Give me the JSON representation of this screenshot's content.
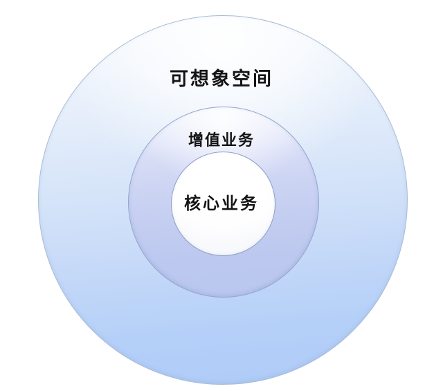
{
  "diagram": {
    "type": "concentric-circles",
    "title": "",
    "background_color": "#ffffff",
    "rings": [
      {
        "id": "outer",
        "label": "可想象空间",
        "role": "imaginable-space",
        "fill_top_color": "#f7fafd",
        "fill_bottom_color": "#aecbf7",
        "border_color": "#a9bcd4"
      },
      {
        "id": "middle",
        "label": "增值业务",
        "role": "value-added-business",
        "fill_top_color": "#f3f6fd",
        "fill_bottom_color": "#b9c6ee",
        "border_color": "#93a5cd"
      },
      {
        "id": "inner",
        "label": "核心业务",
        "role": "core-business",
        "fill_top_color": "#ffffff",
        "fill_bottom_color": "#f8f9fc",
        "border_color": "#8d9ec6"
      }
    ],
    "text_color": "#141414"
  }
}
